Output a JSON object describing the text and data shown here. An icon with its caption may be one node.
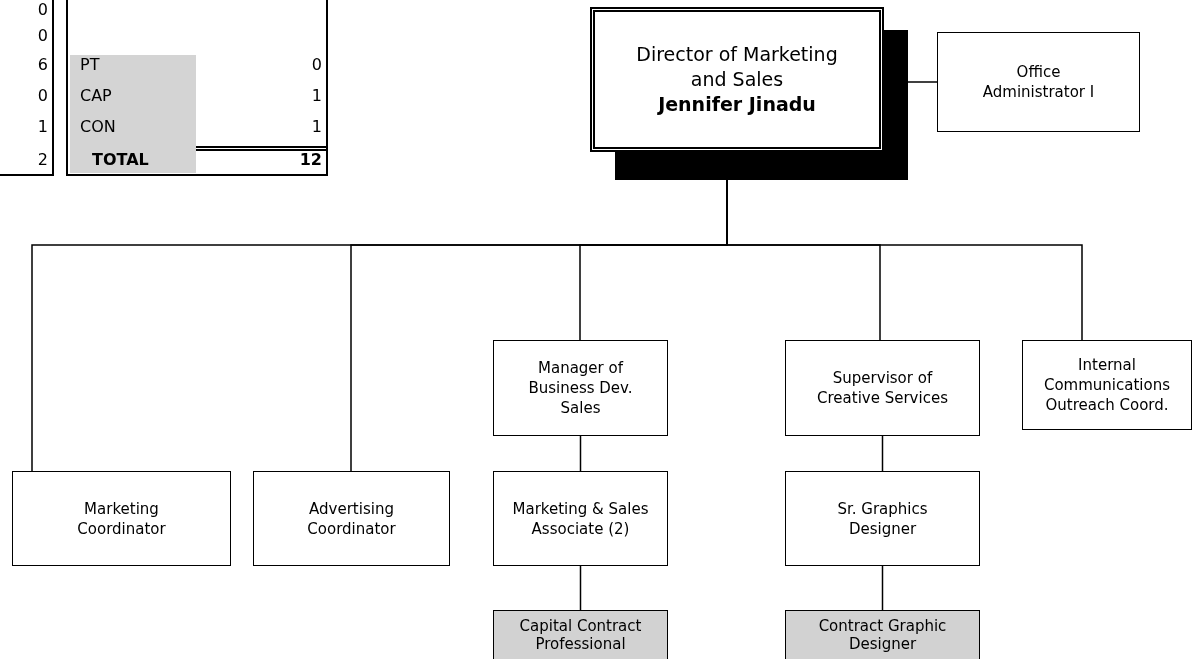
{
  "diagram": {
    "nodes": [
      {
        "text": [
          "Director of Marketing and Sales",
          "Jennifer Jinadu"
        ]
      },
      {
        "text": [
          "Office Administrator I"
        ]
      },
      {
        "text": [
          "Manager of Business Dev. Sales"
        ]
      },
      {
        "text": [
          "Supervisor of Creative Services"
        ]
      },
      {
        "text": [
          "Internal Communications Outreach Coord."
        ]
      },
      {
        "text": [
          "Marketing Coordinator"
        ]
      },
      {
        "text": [
          "Advertising Coordinator"
        ]
      },
      {
        "text": [
          "Marketing & Sales Associate (2)"
        ]
      },
      {
        "text": [
          "Sr. Graphics Designer"
        ]
      },
      {
        "text": [
          "Capital Contract Professional"
        ]
      },
      {
        "text": [
          "Contract Graphic Designer"
        ]
      }
    ],
    "edges": [
      {
        "from": 0,
        "to": 1,
        "arrow": "none"
      },
      {
        "from": 0,
        "to": 5,
        "arrow": "none"
      },
      {
        "from": 0,
        "to": 6,
        "arrow": "none"
      },
      {
        "from": 0,
        "to": 2,
        "arrow": "none"
      },
      {
        "from": 0,
        "to": 3,
        "arrow": "none"
      },
      {
        "from": 0,
        "to": 4,
        "arrow": "none"
      },
      {
        "from": 2,
        "to": 7,
        "arrow": "none"
      },
      {
        "from": 7,
        "to": 9,
        "arrow": "none"
      },
      {
        "from": 3,
        "to": 8,
        "arrow": "none"
      },
      {
        "from": 8,
        "to": 10,
        "arrow": "none"
      }
    ],
    "labels": [
      "0",
      "0",
      "6",
      "PT",
      "0",
      "0",
      "CAP",
      "1",
      "1",
      "CON",
      "1",
      "2",
      "TOTAL",
      "12"
    ]
  }
}
